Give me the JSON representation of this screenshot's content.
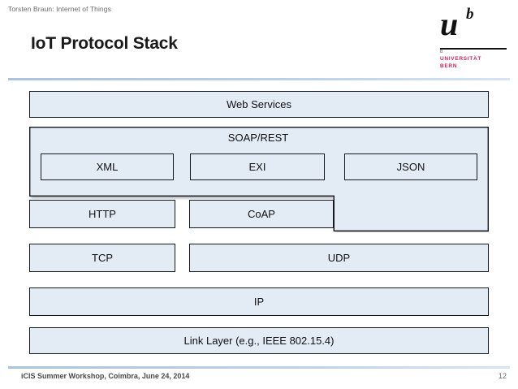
{
  "header": {
    "note": "Torsten Braun: Internet of Things",
    "title": "IoT Protocol Stack"
  },
  "logo": {
    "mark": "u",
    "superscript": "b",
    "small_b": "b",
    "name_line1": "UNIVERSITÄT",
    "name_line2": "BERN",
    "accent_color": "#c8235a"
  },
  "footer": {
    "text": "iCIS Summer Workshop, Coimbra, June 24, 2014",
    "page": "12"
  },
  "theme": {
    "box_fill": "#e3ebf5",
    "box_border": "#14181d",
    "rule_color": "#a9c3de"
  },
  "diagram": {
    "title": "IoT Protocol Stack",
    "layers": [
      {
        "id": "web-services",
        "label": "Web Services"
      },
      {
        "id": "soap-rest",
        "label": "SOAP/REST",
        "children": [
          {
            "id": "xml",
            "label": "XML"
          },
          {
            "id": "exi",
            "label": "EXI"
          },
          {
            "id": "json",
            "label": "JSON"
          }
        ]
      },
      {
        "id": "http",
        "label": "HTTP"
      },
      {
        "id": "coap",
        "label": "CoAP"
      },
      {
        "id": "tcp",
        "label": "TCP"
      },
      {
        "id": "udp",
        "label": "UDP"
      },
      {
        "id": "ip",
        "label": "IP"
      },
      {
        "id": "link-layer",
        "label": "Link Layer (e.g., IEEE 802.15.4)"
      }
    ]
  }
}
